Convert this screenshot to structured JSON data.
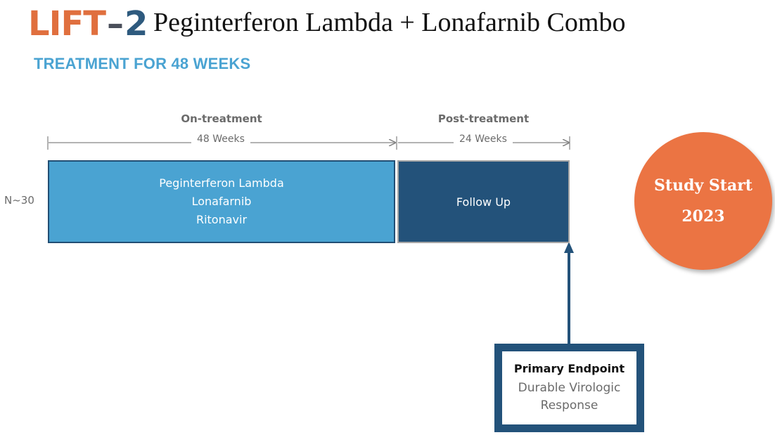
{
  "header": {
    "logo_part1": "LIFT",
    "logo_dash": "–",
    "logo_part2": "2",
    "title": "Peginterferon Lambda + Lonafarnib Combo",
    "subtitle": "TREATMENT FOR 48 WEEKS"
  },
  "phases": {
    "on_treatment": {
      "label": "On-treatment",
      "duration": "48 Weeks"
    },
    "post_treatment": {
      "label": "Post-treatment",
      "duration": "24 Weeks"
    }
  },
  "arms": {
    "n_label": "N~30",
    "treatment_lines": [
      "Peginterferon Lambda",
      "Lonafarnib",
      "Ritonavir"
    ],
    "follow_up": "Follow Up"
  },
  "study_start": {
    "line1": "Study Start",
    "line2": "2023"
  },
  "endpoint": {
    "title": "Primary Endpoint",
    "description": "Durable Virologic Response"
  },
  "colors": {
    "logo_orange": "#e06f3e",
    "logo_blue": "#2e5a7e",
    "subtitle_blue": "#4aa3d2",
    "treatment_box": "#4aa3d2",
    "followup_box": "#23527a",
    "study_circle": "#eb7443"
  }
}
